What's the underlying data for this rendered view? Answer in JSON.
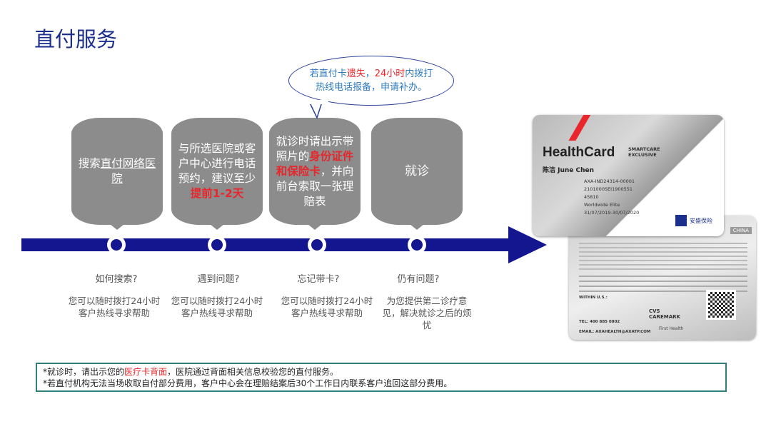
{
  "title": "直付服务",
  "bubble": {
    "l1": [
      {
        "t": "若直付卡",
        "c": "#2e7bbf"
      },
      {
        "t": "遗失",
        "c": "#e8262b"
      },
      {
        "t": "，",
        "c": "#2e7bbf"
      },
      {
        "t": "24小时",
        "c": "#e8262b"
      },
      {
        "t": "内拨打",
        "c": "#2e7bbf"
      }
    ],
    "line1a": "若直付卡",
    "line1b": "遗失",
    "line1c": "，",
    "line1d": "24小时",
    "line1e": "内拨打",
    "line2": "热线电话报备，申请补办。"
  },
  "steps": [
    {
      "text_a": "搜索",
      "text_b": "直付网络医院",
      "question": "如何搜索?",
      "answer": "您可以随时拨打24小时客户热线寻求帮助"
    },
    {
      "text_a": "与所选医院或客户中心进行电话预约，建议至少",
      "text_b": "提前1-2天",
      "question": "遇到问题?",
      "answer": "您可以随时拨打24小时客户热线寻求帮助"
    },
    {
      "text_a": "就诊时请出示带照片的",
      "text_b": "身份证件和保险卡",
      "text_c": "，并向前台索取一张理赔表",
      "question": "忘记带卡?",
      "answer": "您可以随时拨打24小时客户热线寻求帮助"
    },
    {
      "text_a": "就诊",
      "question": "仍有问题?",
      "answer": "为您提供第二诊疗意见，解决就诊之后的烦忧"
    }
  ],
  "card": {
    "brand": "HealthCard",
    "tier": "SMARTCARE EXCLUSIVE",
    "name": "陈洁 June Chen",
    "member_id": "AXA-IND24314-00001",
    "policy": "2101000SEI1900551",
    "client": "45810",
    "plan": "Worldwide Elite",
    "effective": "31/07/2019-30/07/2020",
    "insurer": "安盛保险",
    "back_label": "CHINA",
    "back_within": "WITHIN U.S.:",
    "back_tel": "TEL: 400 885 0802",
    "back_email": "EMAIL: AXAHEALTH@AXATP.COM",
    "cvs": "CVS CAREMARK",
    "first_health": "First Health"
  },
  "notes": {
    "l1a": "*就诊时，请出示您的",
    "l1b": "医疗卡背面",
    "l1c": "，医院通过背面相关信息校验您的直付服务。",
    "l2": "*若直付机构无法当场收取自付部分费用，客户中心会在理赔结案后30个工作日内联系客户追回这部分费用。"
  },
  "colors": {
    "timeline": "#14168f",
    "title": "#1b2f8c",
    "box": "#8c8c8c",
    "highlight": "#e8262b",
    "notes_border": "#2f7f7c"
  }
}
